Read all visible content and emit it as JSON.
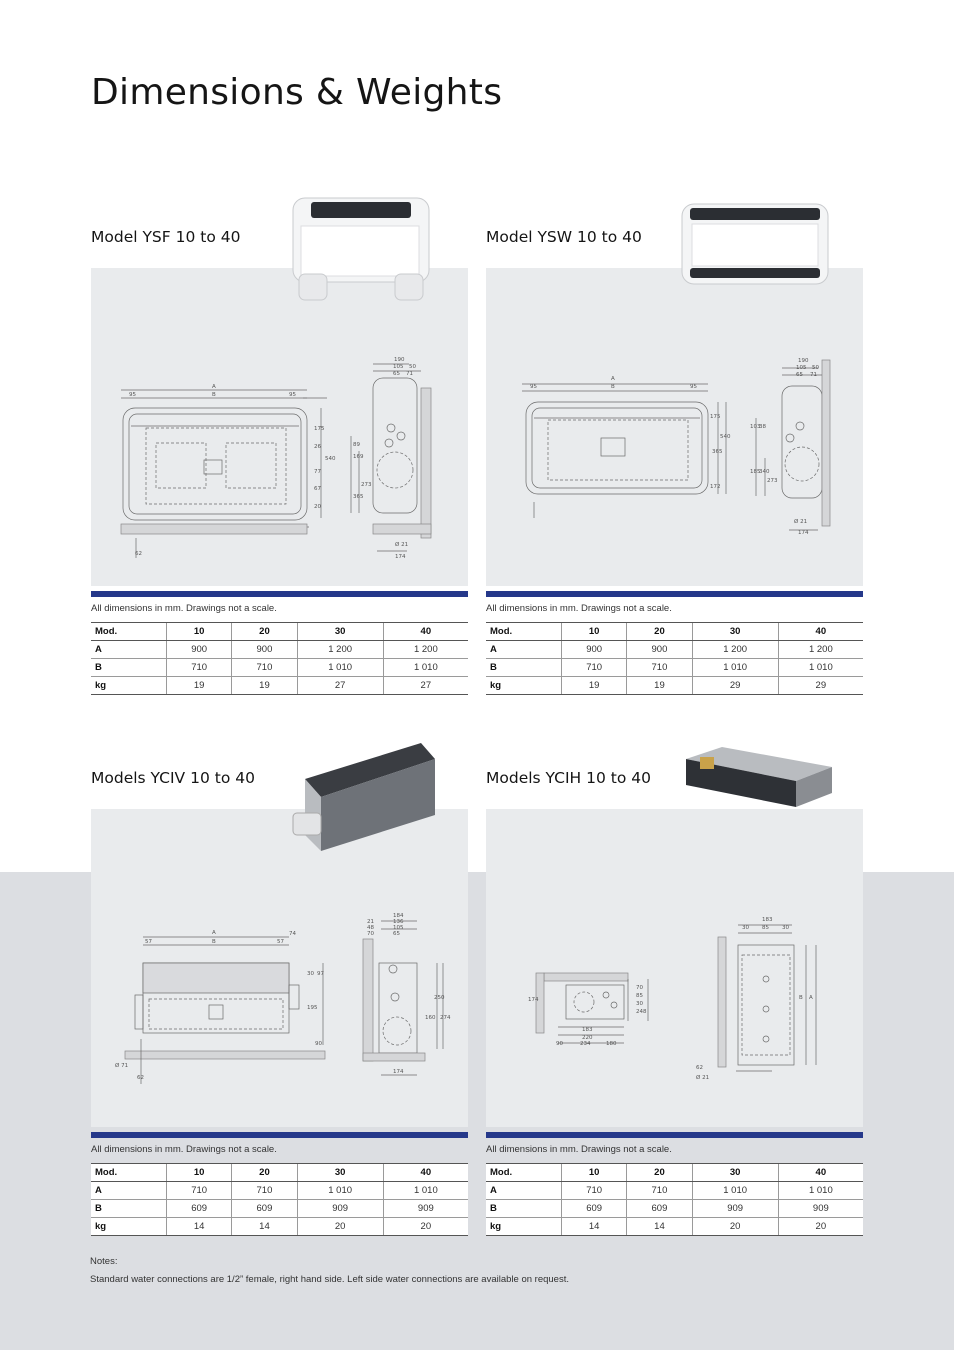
{
  "page": {
    "title": "Dimensions & Weights"
  },
  "sections": [
    {
      "title": "Model YSF 10 to 40",
      "photo": "floor-standing-cased-fan-coil-photo",
      "note": "All dimensions in mm.  Drawings not a scale.",
      "dims": {
        "A": "A",
        "B": "B",
        "d95": "95",
        "d62": "62",
        "d190": "190",
        "d105": "105",
        "d50": "50",
        "d65": "65",
        "d71": "71",
        "d174": "174",
        "d21": "Ø 21",
        "d540": "540",
        "d175": "175",
        "d26": "26",
        "d20": "20",
        "d77": "77",
        "d67": "67",
        "d89": "89",
        "d169": "169",
        "d273": "273",
        "d365": "365"
      },
      "table": {
        "headers": [
          "Mod.",
          "10",
          "20",
          "30",
          "40"
        ],
        "rows": [
          {
            "label": "A",
            "values": [
              "900",
              "900",
              "1 200",
              "1 200"
            ]
          },
          {
            "label": "B",
            "values": [
              "710",
              "710",
              "1 010",
              "1 010"
            ]
          },
          {
            "label": "kg",
            "values": [
              "19",
              "19",
              "27",
              "27"
            ]
          }
        ]
      }
    },
    {
      "title": "Model YSW 10 to 40",
      "photo": "wall-mounted-cased-fan-coil-photo",
      "note": "All dimensions in mm.  Drawings not a scale.",
      "dims": {
        "A": "A",
        "B": "B",
        "d95": "95",
        "d190": "190",
        "d105": "105",
        "d50": "50",
        "d65": "65",
        "d71": "71",
        "d174": "174",
        "d21": "Ø 21",
        "d540": "540",
        "d175": "175",
        "d172": "172",
        "d365": "365",
        "d103": "103",
        "d38": "38",
        "d185": "185",
        "d340": "340",
        "d273": "273"
      },
      "table": {
        "headers": [
          "Mod.",
          "10",
          "20",
          "30",
          "40"
        ],
        "rows": [
          {
            "label": "A",
            "values": [
              "900",
              "900",
              "1 200",
              "1 200"
            ]
          },
          {
            "label": "B",
            "values": [
              "710",
              "710",
              "1 010",
              "1 010"
            ]
          },
          {
            "label": "kg",
            "values": [
              "19",
              "19",
              "29",
              "29"
            ]
          }
        ]
      }
    },
    {
      "title": "Models YCIV 10 to 40",
      "photo": "vertical-concealed-fan-coil-photo",
      "note": "All dimensions in mm.  Drawings not a scale.",
      "dims": {
        "A": "A",
        "B": "B",
        "d57": "57",
        "d74": "74",
        "d62": "62",
        "d71": "Ø 71",
        "d184": "184",
        "d21": "21",
        "d136": "136",
        "d48": "48",
        "d105": "105",
        "d70": "70",
        "d65": "65",
        "d174": "174",
        "d160": "160",
        "d250": "250",
        "d274": "274",
        "d90": "90",
        "d195": "195",
        "d97": "97",
        "d30": "30"
      },
      "table": {
        "headers": [
          "Mod.",
          "10",
          "20",
          "30",
          "40"
        ],
        "rows": [
          {
            "label": "A",
            "values": [
              "710",
              "710",
              "1 010",
              "1 010"
            ]
          },
          {
            "label": "B",
            "values": [
              "609",
              "609",
              "909",
              "909"
            ]
          },
          {
            "label": "kg",
            "values": [
              "14",
              "14",
              "20",
              "20"
            ]
          }
        ]
      }
    },
    {
      "title": "Models YCIH 10 to 40",
      "photo": "horizontal-concealed-fan-coil-photo",
      "note": "All dimensions in mm.  Drawings not a scale.",
      "dims": {
        "A": "A",
        "B": "B",
        "d174": "174",
        "d183": "183",
        "d85": "85",
        "d30": "30",
        "d220": "220",
        "d234": "234",
        "d180": "180",
        "d90": "90",
        "d248": "248",
        "d70": "70",
        "d62": "62",
        "d21": "Ø 21"
      },
      "table": {
        "headers": [
          "Mod.",
          "10",
          "20",
          "30",
          "40"
        ],
        "rows": [
          {
            "label": "A",
            "values": [
              "710",
              "710",
              "1 010",
              "1 010"
            ]
          },
          {
            "label": "B",
            "values": [
              "609",
              "609",
              "909",
              "909"
            ]
          },
          {
            "label": "kg",
            "values": [
              "14",
              "14",
              "20",
              "20"
            ]
          }
        ]
      }
    }
  ],
  "notes": {
    "heading": "Notes:",
    "text": "Standard water connections are 1/2” female, right hand side. Left side water connections are available on request."
  }
}
